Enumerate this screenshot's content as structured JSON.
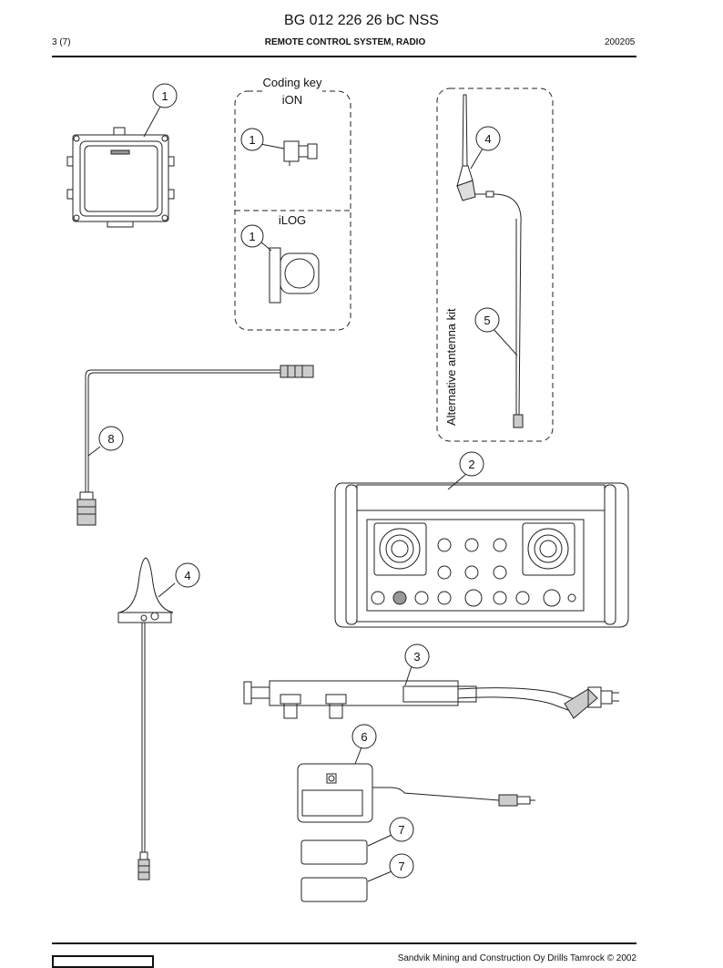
{
  "header": {
    "doc_title": "BG 012 226 26 bC NSS",
    "page_number": "3 (7)",
    "section_title": "REMOTE CONTROL SYSTEM, RADIO",
    "date_code": "200205"
  },
  "coding_key": {
    "heading_line1": "Coding key",
    "heading_line2": "iON",
    "ilog_label": "iLOG"
  },
  "antenna_kit_label": "Alternative antenna kit",
  "callouts": {
    "c1_receiver": "1",
    "c1_ion": "1",
    "c1_ilog": "1",
    "c4_antenna_kit": "4",
    "c5_cable": "5",
    "c8_cable": "8",
    "c2_control_box": "2",
    "c4_antenna": "4",
    "c3_belt": "3",
    "c6_charger": "6",
    "c7_battery_a": "7",
    "c7_battery_b": "7"
  },
  "footer": {
    "copyright": "Sandvik Mining and Construction Oy Drills Tamrock © 2002"
  }
}
